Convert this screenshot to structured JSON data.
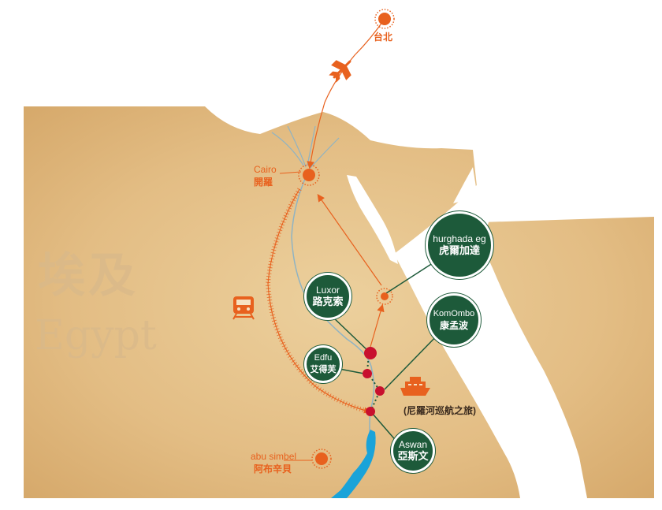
{
  "map": {
    "title_zh": "埃及",
    "title_en": "Egypt"
  },
  "places": {
    "taipei": "台北",
    "cairo_en": "Cairo",
    "cairo_zh": "開羅",
    "hurghada_en": "hurghada eg",
    "hurghada_zh": "虎爾加達",
    "luxor_en": "Luxor",
    "luxor_zh": "路克索",
    "komombo_en": "KomOmbo",
    "komombo_zh": "康孟波",
    "edfu_en": "Edfu",
    "edfu_zh": "艾得芙",
    "aswan_en": "Aswan",
    "aswan_zh": "亞斯文",
    "abusimbel_en": "abu simbel",
    "abusimbel_zh": "阿布辛貝"
  },
  "cruise_label": "(尼羅河巡航之旅)",
  "icons": {
    "flight": "airplane-icon",
    "train": "train-icon",
    "cruise": "boat-icon"
  },
  "colors": {
    "parchment": "#e7c48e",
    "route_orange": "#e8611e",
    "badge_green": "#1d5a3a",
    "city_red": "#c8102e",
    "water": "#ffffff",
    "river_blue": "#1aa3d9"
  }
}
